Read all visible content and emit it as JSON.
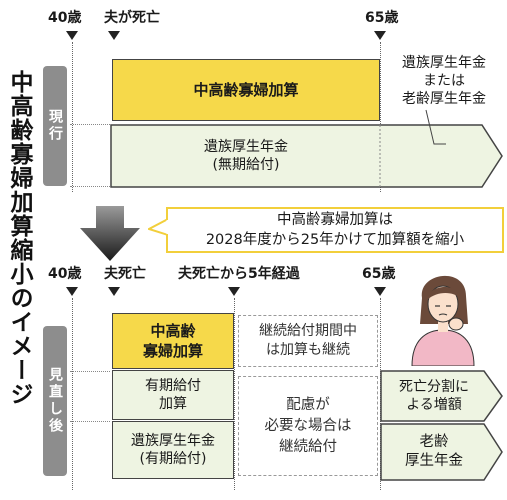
{
  "title": "中高齢寡婦加算縮小のイメージ",
  "current": {
    "tag": "現行",
    "markers": {
      "age40": "40歳",
      "husband_death": "夫が死亡",
      "age65": "65歳"
    },
    "widow_bonus": "中高齢寡婦加算",
    "survivor_pension": [
      "遺族厚生年金",
      "(無期給付)"
    ],
    "after65": [
      "遺族厚生年金",
      "または",
      "老齢厚生年金"
    ]
  },
  "callout": [
    "中高齢寡婦加算は",
    "2028年度から25年かけて加算額を縮小"
  ],
  "revised": {
    "tag": "見直し後",
    "markers": {
      "age40": "40歳",
      "husband_death": "夫死亡",
      "five_years": "夫死亡から5年経過",
      "age65": "65歳"
    },
    "widow_bonus": [
      "中高齢",
      "寡婦加算"
    ],
    "fixed_term_bonus": [
      "有期給付",
      "加算"
    ],
    "survivor_pension": [
      "遺族厚生年金",
      "(有期給付)"
    ],
    "continuation": [
      "継続給付期間中",
      "は加算も継続"
    ],
    "consideration": [
      "配慮が",
      "必要な場合は",
      "継続給付"
    ],
    "death_split": [
      "死亡分割に",
      "よる増額"
    ],
    "old_age": [
      "老齢",
      "厚生年金"
    ]
  },
  "colors": {
    "yellow": "#f6d94a",
    "pale_green": "#eef4e2",
    "tag_gray": "#8d8d8d",
    "callout_border": "#f2cf3b"
  }
}
